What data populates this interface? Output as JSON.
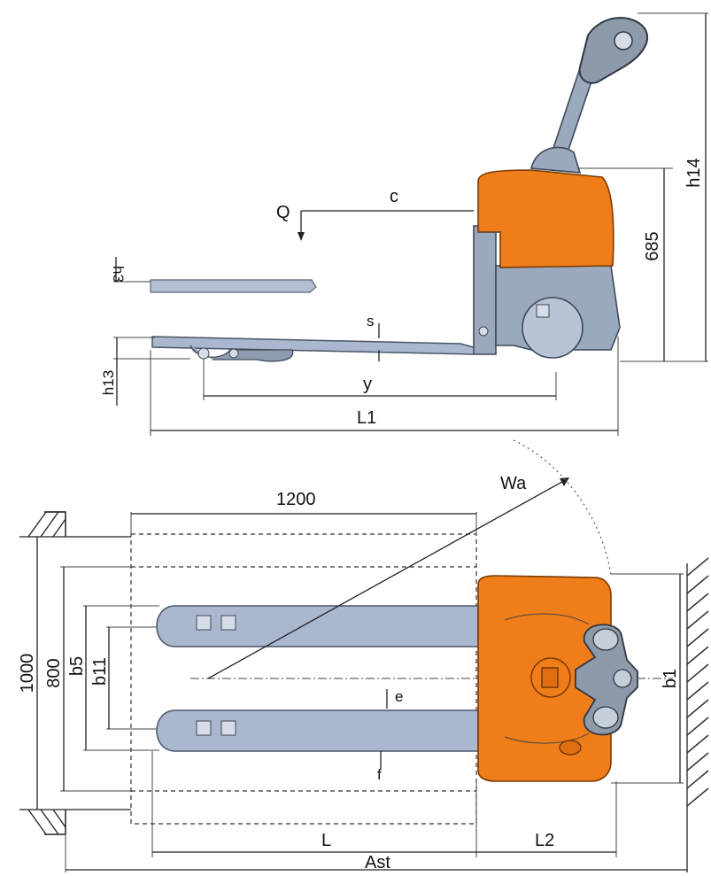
{
  "side_view": {
    "labels": {
      "h14": "h14",
      "h685": "685",
      "Q": "Q",
      "c": "c",
      "h3": "h3",
      "s": "s",
      "h13": "h13",
      "y": "y",
      "L1": "L1"
    }
  },
  "top_view": {
    "labels": {
      "dim1200": "1200",
      "Wa": "Wa",
      "dim1000": "1000",
      "dim800": "800",
      "b5": "b5",
      "b11": "b11",
      "e": "e",
      "f": "f",
      "b1": "b1",
      "L": "L",
      "L2": "L2",
      "Ast": "Ast"
    }
  },
  "colors": {
    "body_orange": "#ef7d1a",
    "body_grey": "#9aa9bd",
    "fork_blue": "#a9b8cf",
    "line": "#222222"
  }
}
